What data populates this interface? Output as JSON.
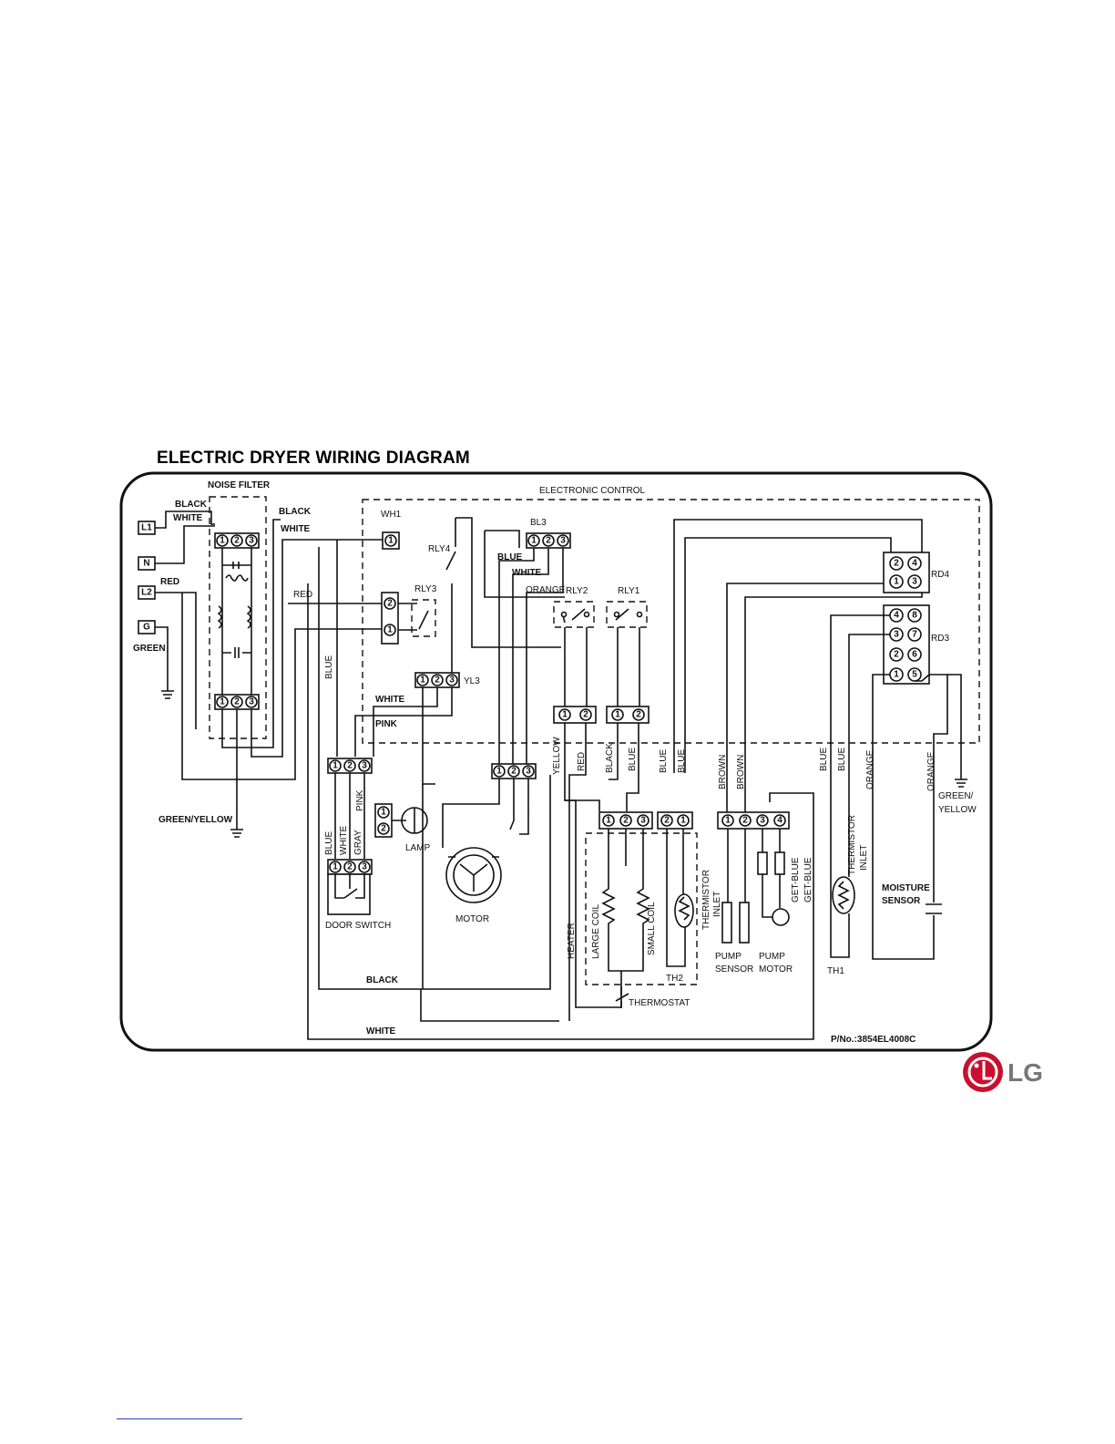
{
  "title": "ELECTRIC DRYER WIRING DIAGRAM",
  "part_number": "P/No.:3854EL4008C",
  "brand": "LG",
  "sections": {
    "noise_filter": "NOISE FILTER",
    "electronic_control": "ELECTRONIC CONTROL"
  },
  "terminals": {
    "l1": "L1",
    "n": "N",
    "l2": "L2",
    "g": "G"
  },
  "connectors": {
    "wh1": "WH1",
    "bl3": "BL3",
    "yl3": "YL3",
    "rly1": "RLY1",
    "rly2": "RLY2",
    "rly3": "RLY3",
    "rly4": "RLY4",
    "rd4": "RD4",
    "rd3": "RD3",
    "th1": "TH1",
    "th2": "TH2"
  },
  "components": {
    "lamp": "LAMP",
    "door_switch": "DOOR SWITCH",
    "motor": "MOTOR",
    "heater": "HEATER",
    "large_coil": "LARGE COIL",
    "small_coil": "SMALL COIL",
    "thermostat": "THERMOSTAT",
    "thermistor_inlet": "THERMISTOR INLET",
    "pump": "PUMP",
    "sensor": "SENSOR",
    "pump_motor_label": "MOTOR",
    "moisture": "MOISTURE",
    "moisture_sensor_label": "SENSOR",
    "thermistor": "THERMISTOR",
    "inlet": "INLET"
  },
  "wire_labels": {
    "black": "BLACK",
    "white": "WHITE",
    "red": "RED",
    "green": "GREEN",
    "green_yellow": "GREEN/YELLOW",
    "blue": "BLUE",
    "orange": "ORANGE",
    "pink": "PINK",
    "gray": "GRAY",
    "yellow": "YELLOW",
    "brown": "BROWN",
    "get_blue": "GET-BLUE",
    "green_slash": "GREEN/",
    "yellow_cap": "YELLOW"
  }
}
